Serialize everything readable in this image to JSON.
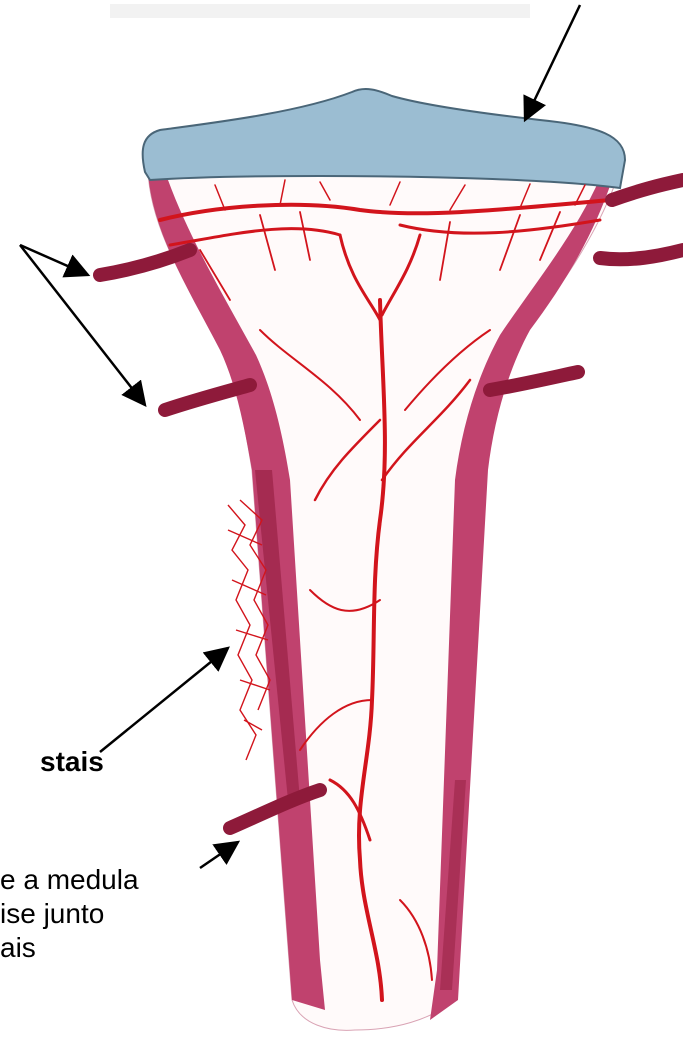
{
  "diagram": {
    "labels": {
      "periosteal": "stais",
      "note_lines": [
        "e a medula",
        "ise junto",
        "ais"
      ]
    },
    "colors": {
      "cartilage": "#9bbdd2",
      "cortex": "#c0426e",
      "cortex_dark": "#8e1a3a",
      "vessel": "#d2141c",
      "vessel_dark": "#7d1018",
      "arrow": "#000000",
      "background": "#ffffff"
    },
    "icons": {
      "arrow_head": "arrowhead-icon"
    }
  }
}
